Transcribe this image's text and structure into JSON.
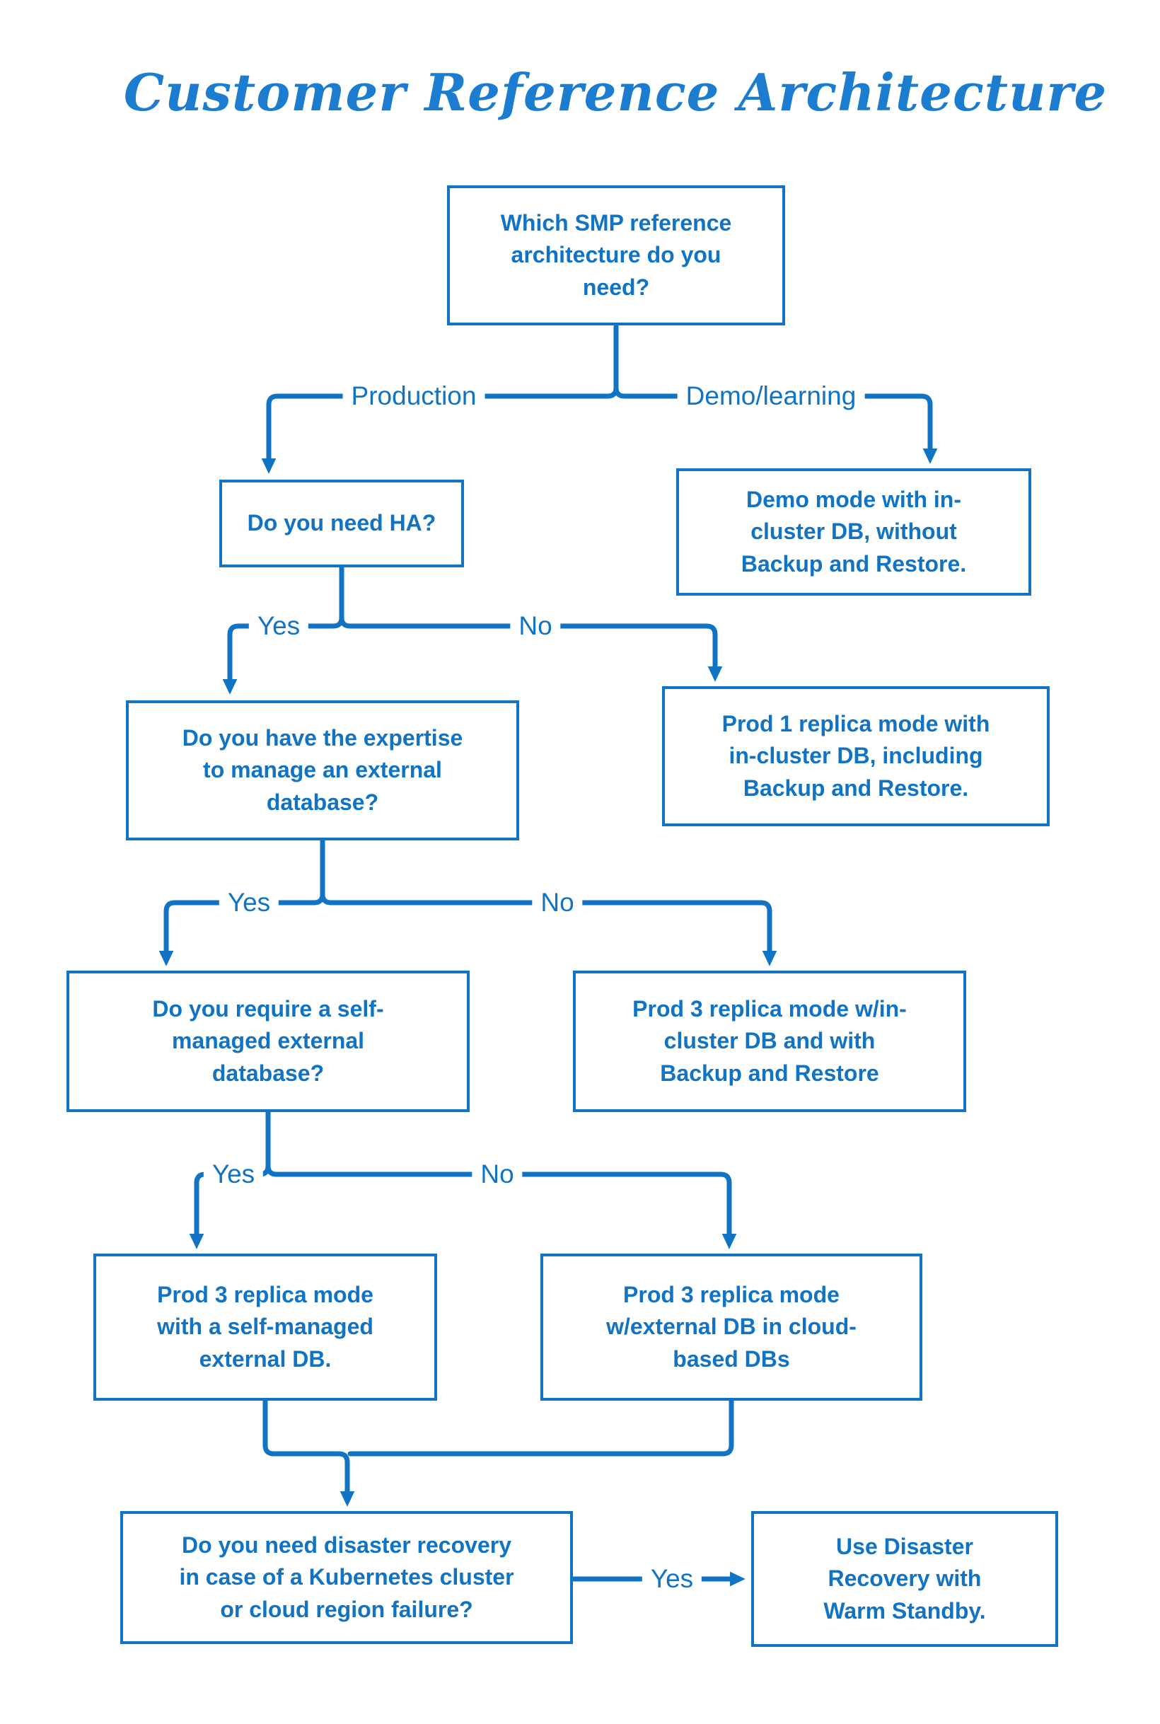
{
  "title": "Customer Reference Architecture",
  "colors": {
    "line_blue": "#1173c4",
    "title_blue": "#1b7cd0",
    "background": "#ffffff"
  },
  "nodes": {
    "root": {
      "label": "Which SMP reference\narchitecture do you\nneed?"
    },
    "need_ha": {
      "label": "Do you need HA?"
    },
    "demo_mode": {
      "label": "Demo mode with in-\ncluster DB, without\nBackup and Restore."
    },
    "expertise": {
      "label": "Do you have the expertise\nto manage an external\ndatabase?"
    },
    "prod1_replica": {
      "label": "Prod 1 replica mode with\nin-cluster DB, including\nBackup and Restore."
    },
    "self_managed_db": {
      "label": "Do you require a self-\nmanaged external\ndatabase?"
    },
    "prod3_incluster": {
      "label": "Prod 3 replica mode w/in-\ncluster DB and with\nBackup and Restore"
    },
    "prod3_self_managed": {
      "label": "Prod 3 replica mode\nwith a self-managed\nexternal DB."
    },
    "prod3_cloud": {
      "label": "Prod 3 replica mode\nw/external DB in cloud-\nbased DBs"
    },
    "dr_question": {
      "label": "Do you need disaster recovery\nin case of a Kubernetes cluster\nor cloud region failure?"
    },
    "dr_solution": {
      "label": "Use Disaster\nRecovery with\nWarm Standby."
    }
  },
  "edges": {
    "production": "Production",
    "demo_learning": "Demo/learning",
    "ha_yes": "Yes",
    "ha_no": "No",
    "expertise_yes": "Yes",
    "expertise_no": "No",
    "self_managed_yes": "Yes",
    "self_managed_no": "No",
    "dr_yes": "Yes"
  }
}
